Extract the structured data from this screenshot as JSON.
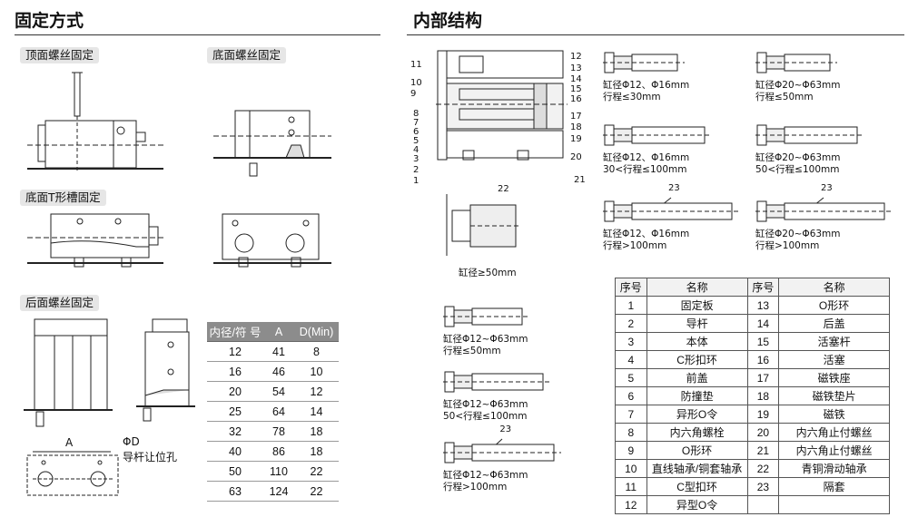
{
  "left": {
    "title": "固定方式",
    "labels": {
      "top_screw": "顶面螺丝固定",
      "bottom_screw": "底面螺丝固定",
      "t_slot": "底面T形槽固定",
      "rear_screw": "后面螺丝固定"
    },
    "phi_d": "ΦD",
    "guide_hole": "导杆让位孔",
    "dim_a": "A",
    "dim_table": {
      "headers": [
        "内径/符 号",
        "A",
        "D(Min)"
      ],
      "rows": [
        [
          "12",
          "41",
          "8"
        ],
        [
          "16",
          "46",
          "10"
        ],
        [
          "20",
          "54",
          "12"
        ],
        [
          "25",
          "64",
          "14"
        ],
        [
          "32",
          "78",
          "18"
        ],
        [
          "40",
          "86",
          "18"
        ],
        [
          "50",
          "110",
          "22"
        ],
        [
          "63",
          "124",
          "22"
        ]
      ]
    }
  },
  "right": {
    "title": "内部结构",
    "callouts": [
      "1",
      "2",
      "3",
      "4",
      "5",
      "6",
      "7",
      "8",
      "9",
      "10",
      "11",
      "12",
      "13",
      "14",
      "15",
      "16",
      "17",
      "18",
      "19",
      "20",
      "21",
      "22",
      "23"
    ],
    "detail_label": "缸径≥50mm",
    "specs": [
      {
        "l1": "缸径Φ12、Φ16mm",
        "l2": "行程≤30mm"
      },
      {
        "l1": "缸径Φ20~Φ63mm",
        "l2": "行程≤50mm"
      },
      {
        "l1": "缸径Φ12、Φ16mm",
        "l2": "30<行程≤100mm"
      },
      {
        "l1": "缸径Φ20~Φ63mm",
        "l2": "50<行程≤100mm"
      },
      {
        "l1": "缸径Φ12、Φ16mm",
        "l2": "行程>100mm"
      },
      {
        "l1": "缸径Φ20~Φ63mm",
        "l2": "行程>100mm"
      },
      {
        "l1": "缸径Φ12~Φ63mm",
        "l2": "行程≤50mm"
      },
      {
        "l1": "缸径Φ12~Φ63mm",
        "l2": "50<行程≤100mm"
      },
      {
        "l1": "缸径Φ12~Φ63mm",
        "l2": "行程>100mm"
      }
    ],
    "parts_table": {
      "headers": [
        "序号",
        "名称",
        "序号",
        "名称"
      ],
      "rows": [
        [
          "1",
          "固定板",
          "13",
          "O形环"
        ],
        [
          "2",
          "导杆",
          "14",
          "后盖"
        ],
        [
          "3",
          "本体",
          "15",
          "活塞杆"
        ],
        [
          "4",
          "C形扣环",
          "16",
          "活塞"
        ],
        [
          "5",
          "前盖",
          "17",
          "磁铁座"
        ],
        [
          "6",
          "防撞垫",
          "18",
          "磁铁垫片"
        ],
        [
          "7",
          "异形O令",
          "19",
          "磁铁"
        ],
        [
          "8",
          "内六角螺栓",
          "20",
          "内六角止付螺丝"
        ],
        [
          "9",
          "O形环",
          "21",
          "内六角止付螺丝"
        ],
        [
          "10",
          "直线轴承/铜套轴承",
          "22",
          "青铜滑动轴承"
        ],
        [
          "11",
          "C型扣环",
          "23",
          "隔套"
        ],
        [
          "12",
          "异型O令",
          "",
          ""
        ]
      ]
    }
  }
}
